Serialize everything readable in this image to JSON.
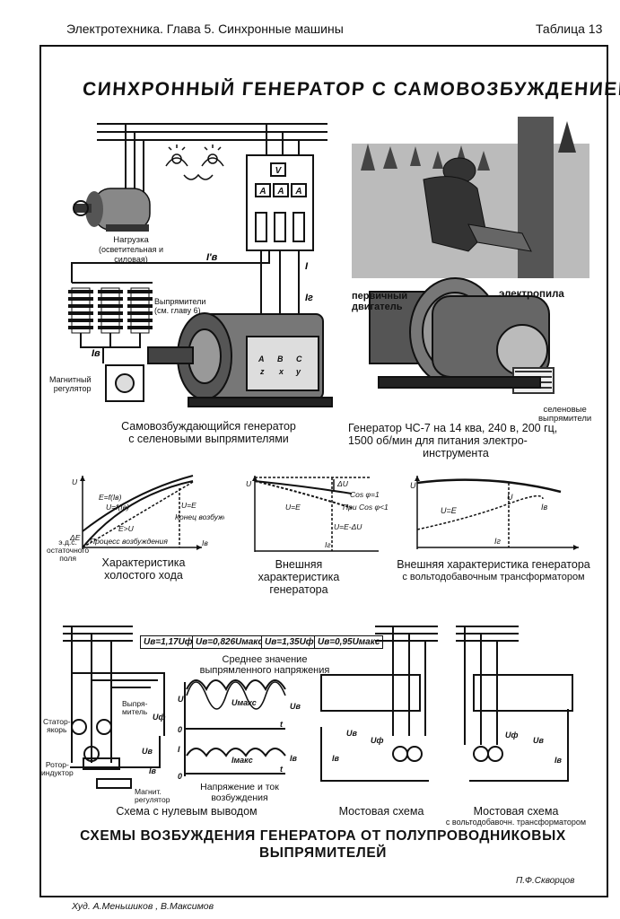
{
  "header": {
    "left": "Электротехника. Глава 5. Синхронные машины",
    "right": "Таблица 13"
  },
  "title": "СИНХРОННЫЙ ГЕНЕРАТОР С САМОВОЗБУЖДЕНИЕМ",
  "top_left": {
    "load_label": "Нагрузка",
    "load_sub": "(осветительная и силовая)",
    "rectifiers": "Выпрямители",
    "rectifiers_sub": "(см. главу 6)",
    "reg_label1": "Магнитный",
    "reg_label2": "регулятор",
    "caption1": "Самовозбуждающийся генератор",
    "caption2": "с селеновыми выпрямителями",
    "meter_v": "V",
    "meter_a": "A"
  },
  "top_right": {
    "engine1": "первичный",
    "engine2": "двигатель",
    "saw": "электропила",
    "rect1": "селеновые",
    "rect2": "выпрямители",
    "caption1": "Генератор ЧС-7 на 14 ква, 240 в, 200 гц,",
    "caption2": "1500 об/мин для питания электро-",
    "caption3": "инструмента"
  },
  "graph1": {
    "caption1": "Характеристика",
    "caption2": "холостого хода",
    "residual1": "э.д.с.",
    "residual2": "остаточного",
    "residual3": "поля",
    "l1": "E=f(Iв)",
    "l2": "U=f(Iв)",
    "l3": "U=E",
    "l4": "Конец возбуждения",
    "l5": "E>U",
    "l6": "Процесс возбуждения",
    "dE": "ΔE",
    "axis_x": "Iв",
    "axis_y": "U"
  },
  "graph2": {
    "caption1": "Внешняя",
    "caption2": "характеристика",
    "caption3": "генератора",
    "dU": "ΔU",
    "cos1": "Cos φ=1",
    "cos2": "При Cos φ<1",
    "ue": "U=E",
    "ue2": "U=E-ΔU",
    "ir": "Iг",
    "zero": "0",
    "axis_y": "U"
  },
  "graph3": {
    "caption1": "Внешняя характеристика генератора",
    "caption2": "с вольтодобавочным трансформатором",
    "ue": "U=E",
    "u": "U",
    "ib": "Iв",
    "ir": "Iг"
  },
  "formulas": [
    "Uв=1,17Uф",
    "Uв=0,826Uмакс",
    "Uв=1,35Uф",
    "Uв=0,95Uмакс"
  ],
  "bottom": {
    "avg1": "Среднее значение",
    "avg2": "выпрямленного напряжения",
    "stator1": "Статор-",
    "stator2": "якорь",
    "rotor1": "Ротор-",
    "rotor2": "индуктор",
    "rect1": "Выпря-",
    "rect2": "митель",
    "reg1": "Магнит.",
    "reg2": "регулятор",
    "wave1": "Напряжение и ток",
    "wave2": "возбуждения",
    "umax": "Uмакс",
    "imax": "Iмакс",
    "cap1": "Схема с нулевым выводом",
    "cap2": "Мостовая схема",
    "cap3": "Мостовая схема",
    "cap3sub": "с вольтодобавочн. трансформатором",
    "title1": "СХЕМЫ ВОЗБУЖДЕНИЯ ГЕНЕРАТОРА ОТ ПОЛУПРОВОДНИКОВЫХ",
    "title2": "ВЫПРЯМИТЕЛЕЙ",
    "author": "П.Ф.Скворцов"
  },
  "credits": "Худ. А.Меньшиков , В.Максимов"
}
